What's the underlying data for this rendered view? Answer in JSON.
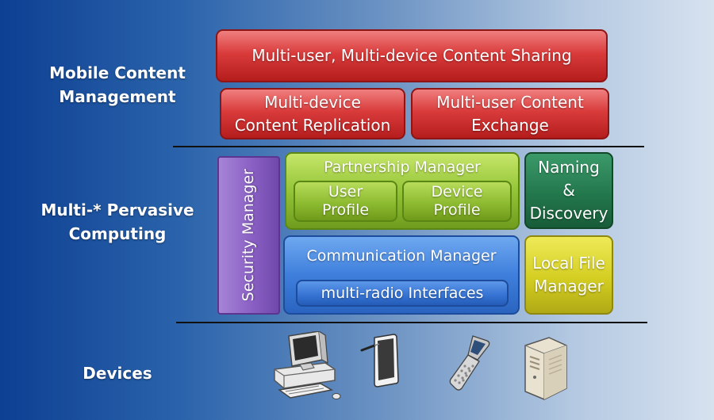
{
  "layers": {
    "mobile_content": "Mobile Content Management",
    "pervasive": "Multi-* Pervasive Computing",
    "devices": "Devices"
  },
  "blocks": {
    "content_sharing": "Multi-user, Multi-device Content Sharing",
    "content_replication": "Multi-device Content Replication",
    "content_exchange": "Multi-user Content Exchange",
    "security_manager": "Security Manager",
    "partnership_manager": "Partnership Manager",
    "user_profile": "User Profile",
    "device_profile": "Device Profile",
    "naming_discovery": "Naming & Discovery",
    "communication_manager": "Communication Manager",
    "multi_radio": "multi-radio Interfaces",
    "local_file_manager": "Local File Manager"
  },
  "devices": [
    "desktop-computer-icon",
    "tablet-stylus-icon",
    "flip-phone-icon",
    "server-tower-icon"
  ],
  "colors": {
    "mobile_content_blocks": "#d93b3b",
    "partnership": "#94c437",
    "naming": "#23774c",
    "communication": "#3f7fdc",
    "local_file": "#d4ce22",
    "security": "#8a60c4"
  }
}
